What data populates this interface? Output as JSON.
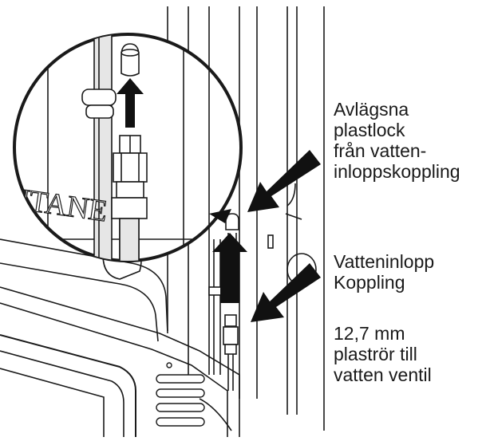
{
  "diagram": {
    "callouts": {
      "remove_caps": [
        "Avlägsna",
        "plastlock",
        "från vatten-",
        "inloppskoppling"
      ],
      "water_inlet": [
        "Vatteninlopp",
        "Koppling"
      ],
      "tubing": [
        "12,7 mm",
        "plaströr till",
        "vatten ventil"
      ]
    },
    "appliance_lettering": "NTANE",
    "colors": {
      "line": "#1a1a1a",
      "background": "#ffffff",
      "shade": "#d9d9d9",
      "arrow": "#111111"
    }
  }
}
